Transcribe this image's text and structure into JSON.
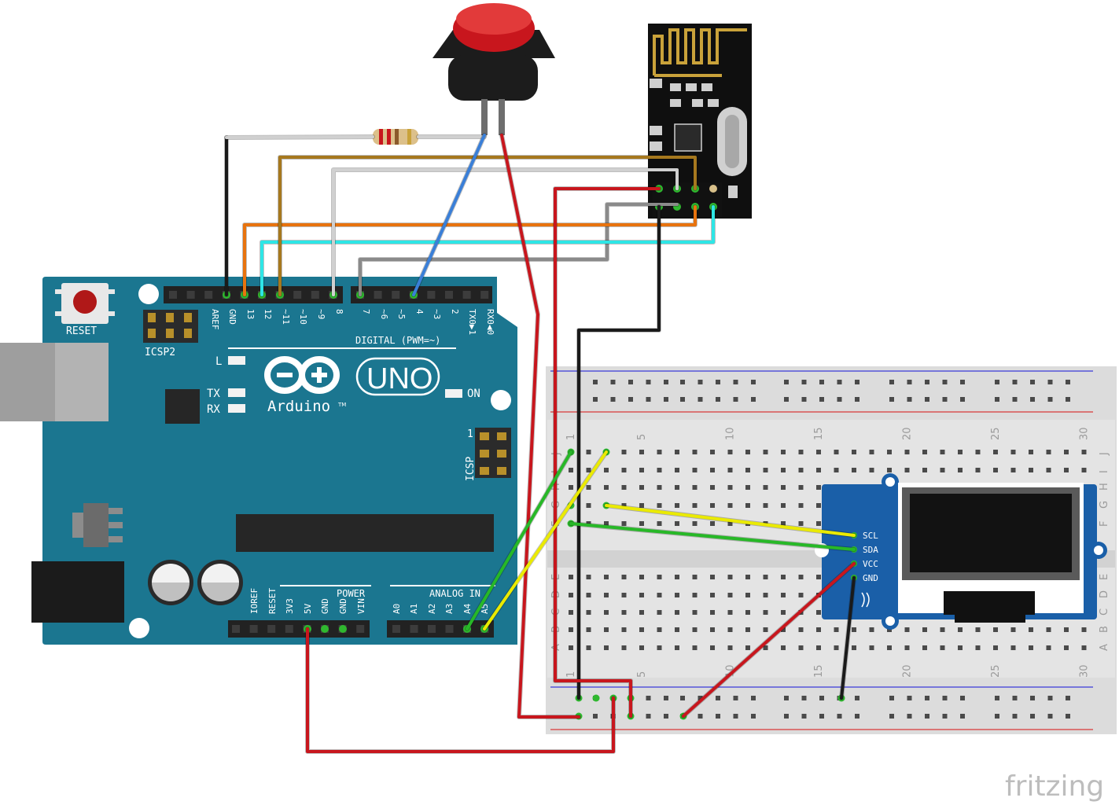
{
  "arduino": {
    "reset_label": "RESET",
    "icsp2_label": "ICSP2",
    "icsp_label": "ICSP",
    "icsp_pin1": "1",
    "uno_label": "UNO",
    "brand_label": "Arduino",
    "tm_label": "TM",
    "led_l": "L",
    "led_tx": "TX",
    "led_rx": "RX",
    "led_on": "ON",
    "digital_label": "DIGITAL (PWM=~)",
    "power_label": "POWER",
    "analog_label": "ANALOG IN",
    "digital_pins": [
      "AREF",
      "GND",
      "13",
      "12",
      "~11",
      "~10",
      "~9",
      "8",
      "7",
      "~6",
      "~5",
      "4",
      "~3",
      "2",
      "TX0▶1",
      "RX0◀0"
    ],
    "power_pins": [
      "IOREF",
      "RESET",
      "3V3",
      "5V",
      "GND",
      "GND",
      "VIN"
    ],
    "analog_pins": [
      "A0",
      "A1",
      "A2",
      "A3",
      "A4",
      "A5"
    ]
  },
  "breadboard": {
    "column_numbers": [
      "1",
      "5",
      "10",
      "15",
      "20",
      "25",
      "30"
    ],
    "row_letters_top": [
      "J",
      "I",
      "H",
      "G",
      "F"
    ],
    "row_letters_bottom": [
      "E",
      "D",
      "C",
      "B",
      "A"
    ]
  },
  "oled": {
    "pins": [
      "SCL",
      "SDA",
      "VCC",
      "GND"
    ]
  },
  "wire_colors": {
    "red": "#c8161d",
    "black": "#1a1a1a",
    "green": "#27b827",
    "yellow": "#eaea00",
    "orange": "#e8730e",
    "brown": "#a6781e",
    "white_gray": "#d0d0d0",
    "gray": "#8a8a8a",
    "cyan": "#2ee6e6",
    "blue": "#3a7fd8"
  },
  "watermark": "fritzing"
}
